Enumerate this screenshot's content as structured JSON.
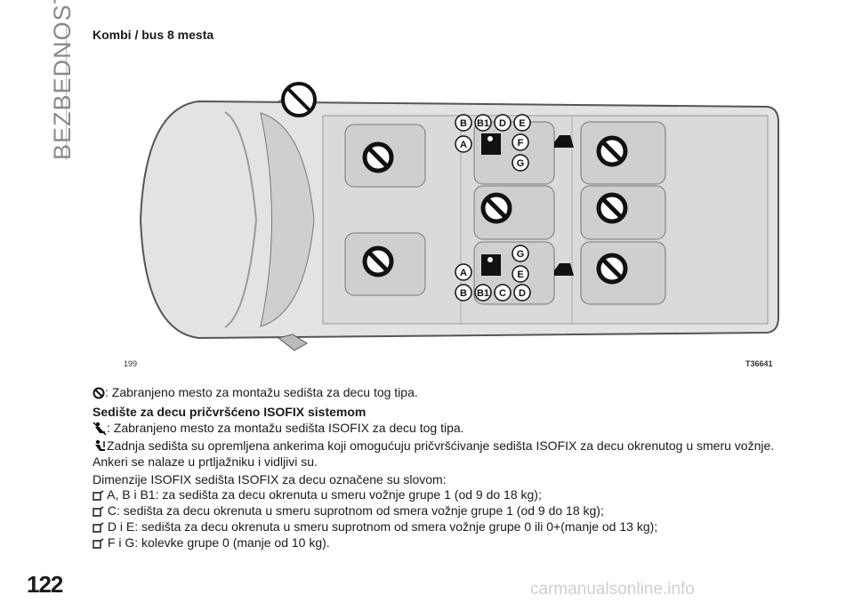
{
  "section_title": "BEZBEDNOST",
  "heading": "Kombi / bus 8 mesta",
  "figure": {
    "number": "199",
    "code": "T36641",
    "seat_labels": {
      "top_row": [
        "B",
        "B1",
        "D",
        "E"
      ],
      "top_left": "A",
      "top_right": [
        "F",
        "G"
      ],
      "bottom_right": [
        "G",
        "E"
      ],
      "bottom_left": "A",
      "bottom_row": [
        "B",
        "B1",
        "C",
        "D"
      ]
    }
  },
  "legend": {
    "no_seat": ": Zabranjeno mesto za montažu sedišta za decu tog tipa.",
    "isofix_heading": "Sedište za decu pričvršćeno ISOFIX sistemom",
    "isofix_no": ": Zabranjeno mesto za montažu sedišta ISOFIX za decu tog tipa.",
    "anchor_line1": "Zadnja sedišta su opremljena ankerima koji omogućuju pričvršćivanje sedišta ISOFIX za decu okrenutog u smeru vožnje.",
    "anchor_line2": "Ankeri se nalaze u prtljažniku i vidljivi su.",
    "dims_intro": "Dimenzije ISOFIX sedišta ISOFIX za decu označene su slovom:",
    "items": [
      "A, B i B1: za sedišta za decu okrenuta u smeru vožnje grupe 1 (od 9 do 18 kg);",
      "C: sedišta za decu okrenuta u smeru suprotnom od smera vožnje grupe 1 (od 9 do 18 kg);",
      "D i E: sedišta za decu okrenuta u smeru suprotnom od smera vožnje grupe 0 ili 0+(manje od 13 kg);",
      "F i G: kolevke grupe 0 (manje od 10 kg)."
    ]
  },
  "page_number": "122",
  "watermark": "carmanualsonline.info",
  "icons": {
    "prohibited": "prohibited-icon",
    "isofix_child_seat": "isofix-child-seat-icon",
    "anchor": "anchor-icon",
    "bullet": "checkbox-bullet-icon"
  }
}
